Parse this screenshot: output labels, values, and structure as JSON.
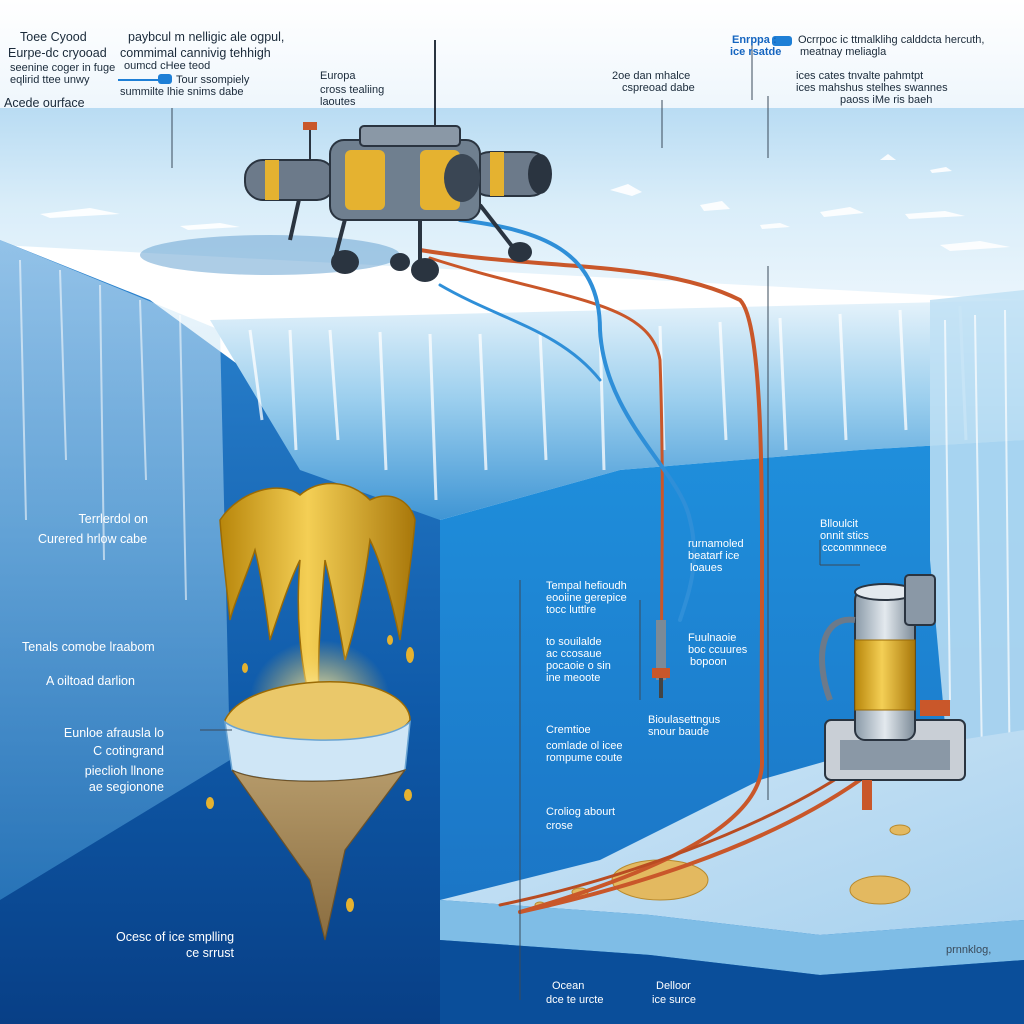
{
  "header": {
    "left_block": [
      "Toee Cyood",
      "Eurpe-dc cryooad",
      "seenine coger in fuge",
      "eqlirid ttee unwy"
    ],
    "left_block_b": [
      "paybcul m nelligic ale ogpul,",
      "commimal cannivig tehhigh",
      "oumcd cHee  teod",
      "Tour ssompiely",
      "summilte lhie snims dabe"
    ],
    "acede_surface": "Acede ourface",
    "europa_center": [
      "Europa",
      "cross tealiing",
      "laoutes"
    ],
    "mid_label": [
      "2oe  dan mhalce",
      "cspreoad dabe"
    ],
    "europa_tag": "Enrppa :",
    "ice_tag": "ice rsatde",
    "right_top": [
      "Ocrrpoc ic ttmalklihg calddcta hercuth,",
      "meatnay meliagla"
    ],
    "right_second": [
      "ices cates tnvalte pahmtpt",
      "ices mahshus stelhes swannes",
      "paoss iMe ris baeh"
    ]
  },
  "left_labels": {
    "terrerdol": "Terrlerdol on",
    "cuered": "Curered hrlow cabe",
    "tenals": "Tenals comobe lraabom",
    "aoiltoad": "A oiltoad darlion",
    "eunloe": [
      "Eunloe afrausla lo",
      "C cotingrand",
      "pieclioh llnone",
      "ae segionone"
    ],
    "ocesc": "Ocesc of ice smplling",
    "ce_srust": "ce srrust"
  },
  "center_labels": {
    "rurnamoled": [
      "rurnamoled",
      "beatarf ice",
      "loaues"
    ],
    "tempal": [
      "Tempal hefioudh",
      "eooiine gerepice",
      "tocc luttlre"
    ],
    "to_souilalde": [
      "to souilalde",
      "ac ccosaue",
      "pocaoie o sin",
      "ine meoote"
    ],
    "fuulnaoie": [
      "Fuulnaoie",
      "boc ccuures",
      "bopoon"
    ],
    "cremtioe": [
      "Cremtioe",
      "comlade ol icee",
      "rompume coute"
    ],
    "bioulas": [
      "Bioulasettngus",
      "snour baude"
    ],
    "croliog": [
      "Croliog abourt",
      "crose"
    ],
    "blloulcit": [
      "Blloulcit",
      "onnit stics",
      "cccommnece"
    ],
    "ocean": [
      "Ocean",
      "dce te urcte"
    ],
    "delloor": [
      "Delloor",
      "ice surce"
    ],
    "watermark": "prnnklog,"
  },
  "colors": {
    "sky": "#ffffff",
    "ice_surface": "#dbeefa",
    "ice_wall": "#6fb8e6",
    "deep_water": "#0b4a97",
    "probe_gold": "#e5b230",
    "cable_orange": "#c9572a",
    "cable_blue": "#2f8fd8"
  },
  "icons": [
    "lander-icon",
    "probe-cylinder-icon",
    "drill-bit-icon",
    "ice-sample-cone-icon"
  ]
}
